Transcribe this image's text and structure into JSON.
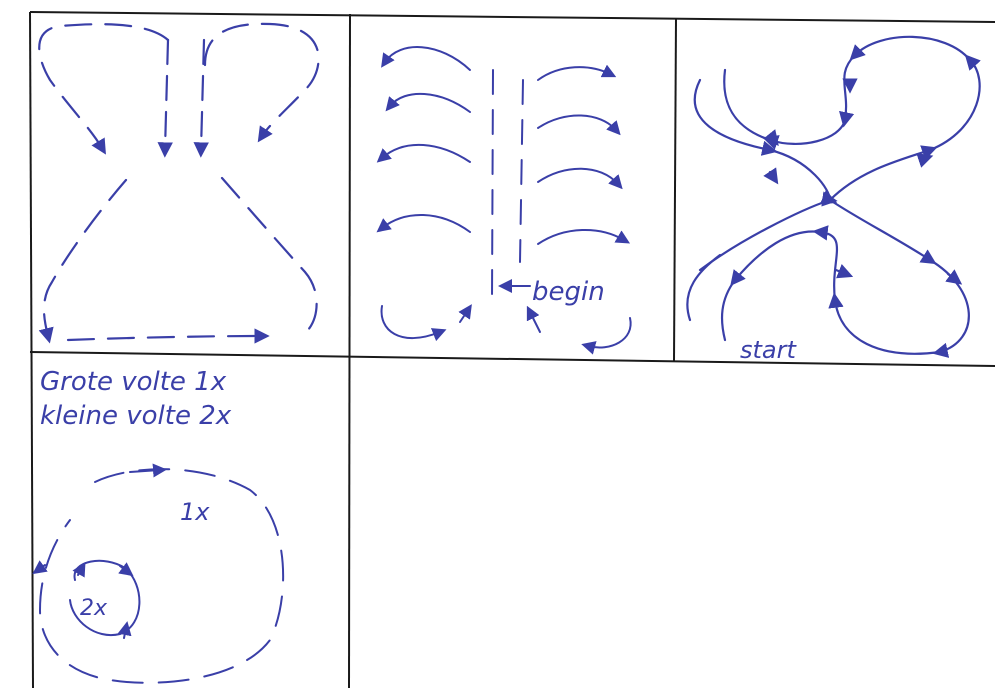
{
  "ink_color": "#3a3fa8",
  "grid_color": "#1a1a1a",
  "panels": {
    "hourglass": {},
    "serpentine": {
      "begin_label": "begin"
    },
    "figure_eight": {
      "start_label": "start"
    },
    "circles": {
      "instruction_line1": "Grote volte 1x",
      "instruction_line2": "kleine volte 2x",
      "large_count": "1x",
      "small_count": "2x"
    }
  }
}
